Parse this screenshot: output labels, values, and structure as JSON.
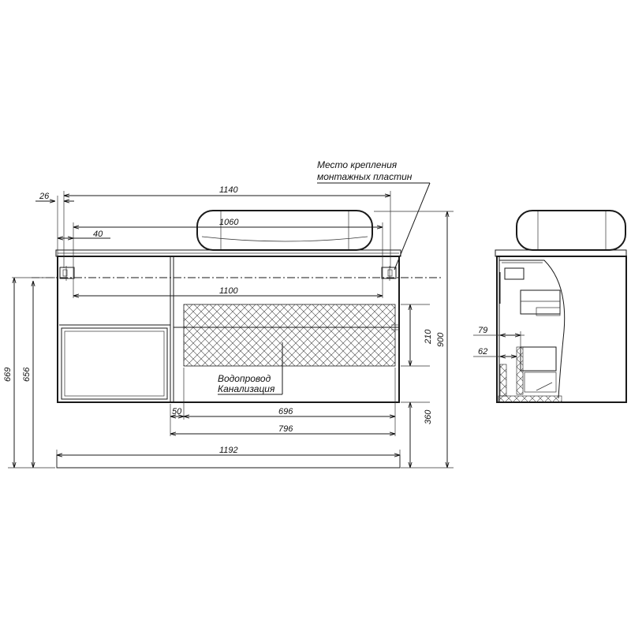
{
  "colors": {
    "line": "#1a1a1a",
    "background": "#ffffff"
  },
  "callouts": {
    "mounting_line1": "Место крепления",
    "mounting_line2": "монтажных пластин",
    "water_supply": "Водопровод",
    "sewage": "Канализация"
  },
  "dimensions": {
    "d26": "26",
    "d1140": "1140",
    "d1060": "1060",
    "d40": "40",
    "d1100": "1100",
    "d210": "210",
    "d900": "900",
    "d50": "50",
    "d696": "696",
    "d796": "796",
    "d360": "360",
    "d1192": "1192",
    "d669": "669",
    "d656": "656",
    "d79": "79",
    "d62": "62"
  }
}
